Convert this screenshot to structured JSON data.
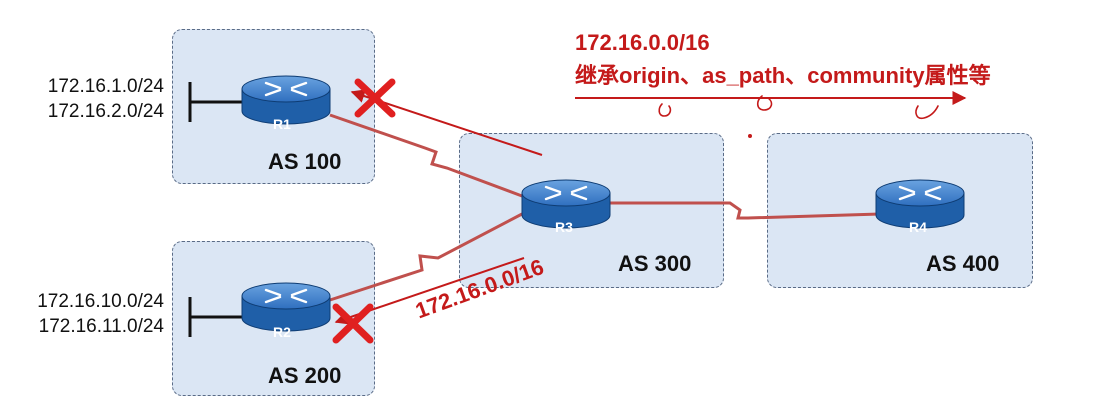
{
  "as_boxes": {
    "as100": {
      "label": "AS 100"
    },
    "as200": {
      "label": "AS 200"
    },
    "as300": {
      "label": "AS 300"
    },
    "as400": {
      "label": "AS 400"
    }
  },
  "routers": {
    "r1": {
      "label": "R1"
    },
    "r2": {
      "label": "R2"
    },
    "r3": {
      "label": "R3"
    },
    "r4": {
      "label": "R4"
    }
  },
  "networks": {
    "as100": [
      "172.16.1.0/24",
      "172.16.2.0/24"
    ],
    "as200": [
      "172.16.10.0/24",
      "172.16.11.0/24"
    ]
  },
  "annotations": {
    "aggregate_prefix_top": "172.16.0.0/16",
    "inherit_note": "继承origin、as_path、community属性等",
    "aggregate_prefix_bottom": "172.16.0.0/16"
  },
  "colors": {
    "as_fill": "#dbe6f4",
    "router_fill": "#1f5fa8",
    "link": "#c0504d",
    "annotation_red": "#c41a1a"
  }
}
